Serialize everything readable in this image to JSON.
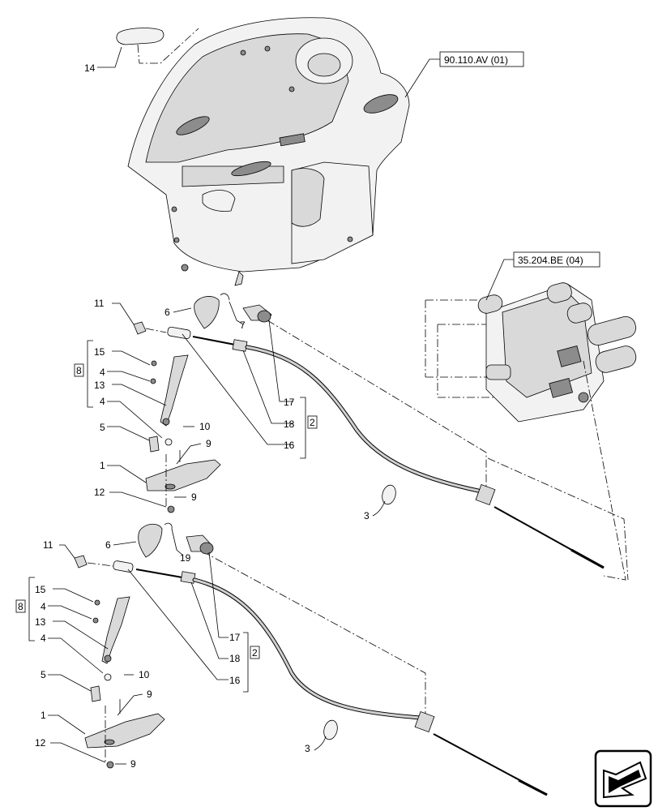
{
  "references": {
    "dashboard": "90.110.AV (01)",
    "valve": "35.204.BE (04)"
  },
  "upper": {
    "labels": {
      "p14": "14",
      "p11": "11",
      "p6": "6",
      "p7": "7",
      "p15": "15",
      "p4a": "4",
      "p13": "13",
      "p4b": "4",
      "p5": "5",
      "p10": "10",
      "p9a": "9",
      "p1": "1",
      "p12": "12",
      "p9b": "9",
      "p17": "17",
      "p18": "18",
      "p16": "16",
      "p3": "3",
      "group8": "8",
      "group2": "2"
    }
  },
  "lower": {
    "labels": {
      "p11": "11",
      "p6": "6",
      "p19": "19",
      "p15": "15",
      "p4a": "4",
      "p13": "13",
      "p4b": "4",
      "p5": "5",
      "p10": "10",
      "p9a": "9",
      "p1": "1",
      "p12": "12",
      "p9b": "9",
      "p17": "17",
      "p18": "18",
      "p16": "16",
      "p3": "3",
      "group8": "8",
      "group2": "2"
    }
  },
  "icons": {
    "nav": "arrow-navigation-icon"
  }
}
